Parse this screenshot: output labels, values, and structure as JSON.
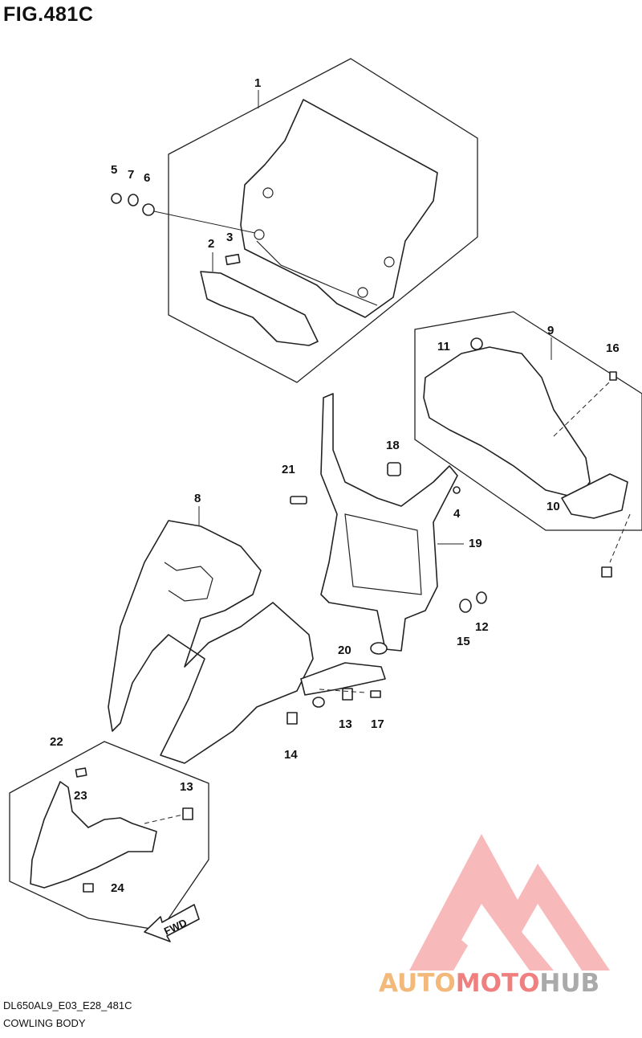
{
  "figure": {
    "title": "FIG.481C"
  },
  "part_labels": [
    "1",
    "2",
    "3",
    "5",
    "7",
    "6",
    "9",
    "11",
    "16",
    "10",
    "18",
    "21",
    "4",
    "19",
    "8",
    "12",
    "15",
    "20",
    "13",
    "17",
    "14",
    "22",
    "23",
    "13",
    "24"
  ],
  "fwd_label": "FWD",
  "footer": {
    "code": "DL650AL9_E03_E28_481C",
    "name": "COWLING BODY"
  },
  "watermark": {
    "part1": "AUTO",
    "part2": "MOTO",
    "part3": "HUB",
    "colors": [
      "#f3b97a",
      "#f07f7f",
      "#aaaaaa"
    ]
  }
}
